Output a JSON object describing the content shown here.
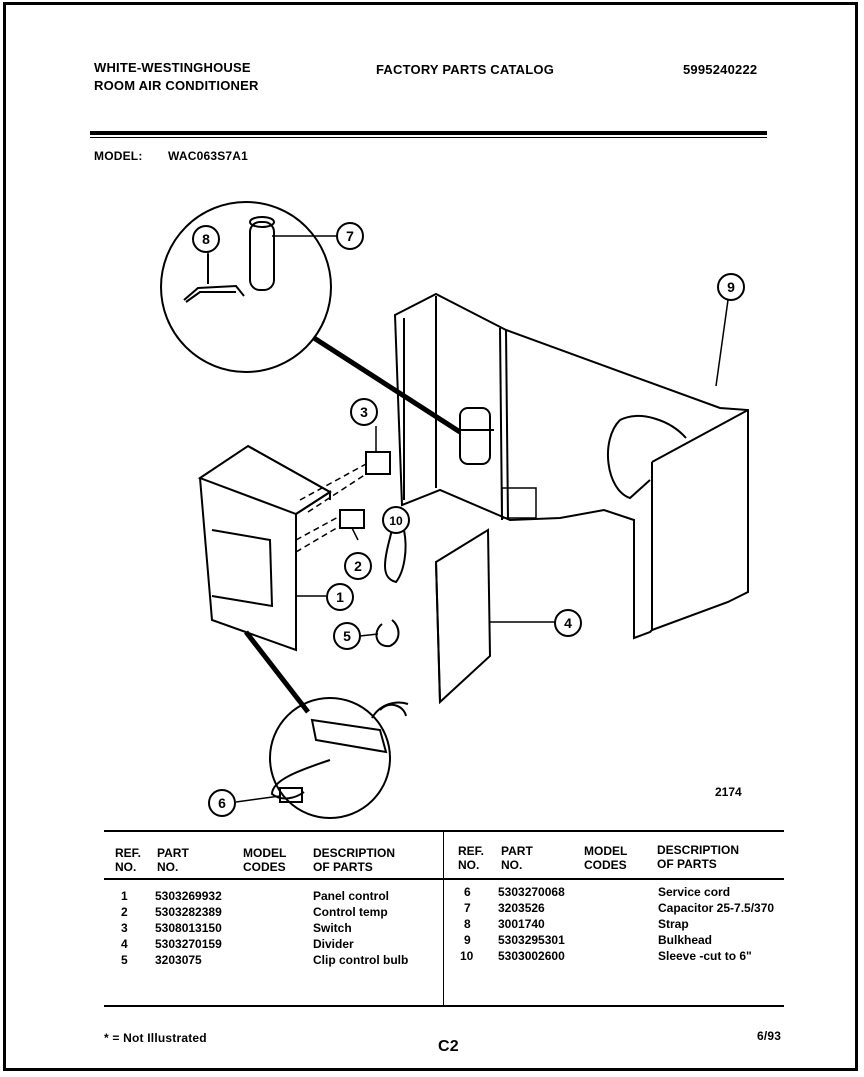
{
  "header": {
    "brand_line1": "WHITE-WESTINGHOUSE",
    "brand_line2": "ROOM AIR CONDITIONER",
    "catalog_title": "FACTORY PARTS CATALOG",
    "catalog_number": "5995240222",
    "model_label": "MODEL:",
    "model_value": "WAC063S7A1"
  },
  "diagram": {
    "callouts": [
      "1",
      "2",
      "3",
      "4",
      "5",
      "6",
      "7",
      "8",
      "9",
      "10"
    ],
    "figure_number": "2174"
  },
  "table": {
    "headers": {
      "ref_line1": "REF.",
      "ref_line2": "NO.",
      "part_line1": "PART",
      "part_line2": "NO.",
      "model_line1": "MODEL",
      "model_line2": "CODES",
      "desc_line1": "DESCRIPTION",
      "desc_line2": "OF PARTS"
    },
    "left_rows": [
      {
        "ref": "1",
        "part": "5303269932",
        "code": "",
        "desc": "Panel control"
      },
      {
        "ref": "2",
        "part": "5303282389",
        "code": "",
        "desc": "Control temp"
      },
      {
        "ref": "3",
        "part": "5308013150",
        "code": "",
        "desc": "Switch"
      },
      {
        "ref": "4",
        "part": "5303270159",
        "code": "",
        "desc": "Divider"
      },
      {
        "ref": "5",
        "part": "3203075",
        "code": "",
        "desc": "Clip control bulb"
      }
    ],
    "right_rows": [
      {
        "ref": "6",
        "part": "5303270068",
        "code": "",
        "desc": "Service cord"
      },
      {
        "ref": "7",
        "part": "3203526",
        "code": "",
        "desc": "Capacitor 25-7.5/370"
      },
      {
        "ref": "8",
        "part": "3001740",
        "code": "",
        "desc": "Strap"
      },
      {
        "ref": "9",
        "part": "5303295301",
        "code": "",
        "desc": "Bulkhead"
      },
      {
        "ref": "10",
        "part": "5303002600",
        "code": "",
        "desc": "Sleeve -cut to 6\""
      }
    ]
  },
  "footer": {
    "note": "* = Not Illustrated",
    "page_code": "C2",
    "date": "6/93"
  }
}
